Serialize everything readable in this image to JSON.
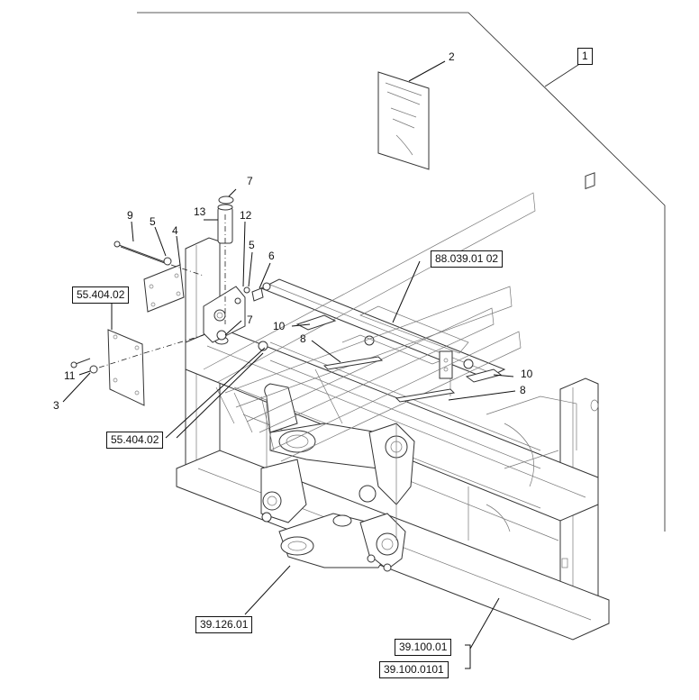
{
  "callouts": {
    "c1": "1",
    "c2": "2",
    "c3": "3",
    "c4": "4",
    "c5a": "5",
    "c5b": "5",
    "c6": "6",
    "c7a": "7",
    "c7b": "7",
    "c8a": "8",
    "c8b": "8",
    "c9": "9",
    "c10a": "10",
    "c10b": "10",
    "c11": "11",
    "c12": "12",
    "c13": "13"
  },
  "references": {
    "r_55404_top": "55.404.02",
    "r_55404_mid": "55.404.02",
    "r_88039": "88.039.01 02",
    "r_39126": "39.126.01",
    "r_39100": "39.100.01",
    "r_391000101": "39.100.0101"
  },
  "icons": [
    "decal-icon",
    "bolt-icon",
    "washer-icon",
    "nut-icon",
    "pin-icon",
    "o-ring-icon",
    "cover-plate-icon",
    "bracket-icon",
    "pad-icon"
  ]
}
